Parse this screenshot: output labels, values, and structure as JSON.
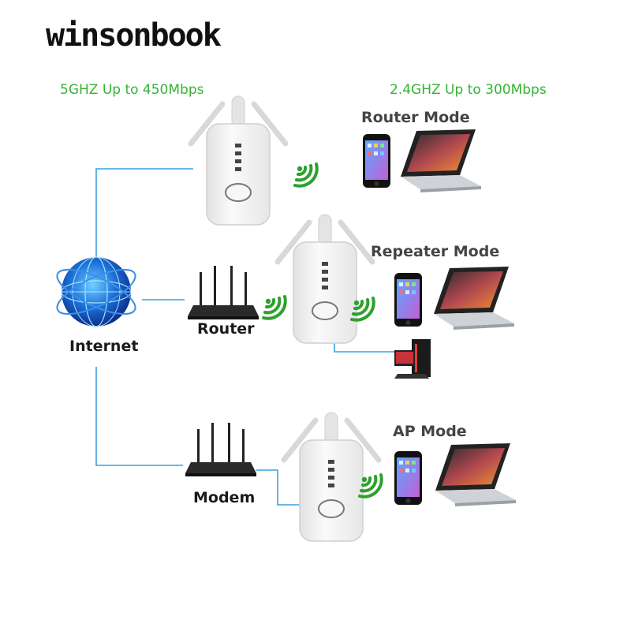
{
  "brand": {
    "name": "winsonbook"
  },
  "bands": {
    "band_5g": "5GHZ Up to 450Mbps",
    "band_24g": "2.4GHZ Up to 300Mbps"
  },
  "modes": {
    "router": "Router Mode",
    "repeater": "Repeater Mode",
    "ap": "AP Mode"
  },
  "nodes": {
    "internet": "Internet",
    "router": "Router",
    "modem": "Modem"
  },
  "colors": {
    "band_text": "#35b335",
    "connector_line": "#3aa0e0",
    "wifi_signal": "#2ea02e",
    "extender_body": "#f5f5f5",
    "globe": "#1d6fd8"
  }
}
